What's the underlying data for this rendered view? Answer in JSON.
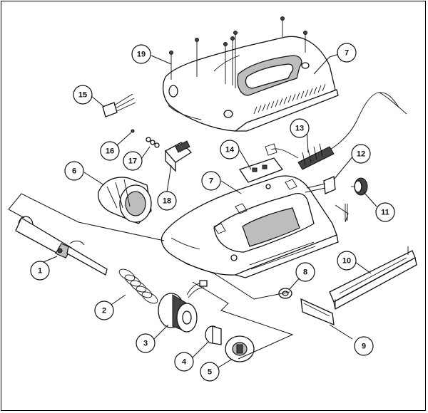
{
  "diagram": {
    "callouts": [
      {
        "id": "1",
        "label": "1"
      },
      {
        "id": "2",
        "label": "2"
      },
      {
        "id": "3",
        "label": "3"
      },
      {
        "id": "4",
        "label": "4"
      },
      {
        "id": "5",
        "label": "5"
      },
      {
        "id": "6",
        "label": "6"
      },
      {
        "id": "7a",
        "label": "7"
      },
      {
        "id": "7b",
        "label": "7"
      },
      {
        "id": "8",
        "label": "8"
      },
      {
        "id": "9",
        "label": "9"
      },
      {
        "id": "10",
        "label": "10"
      },
      {
        "id": "11",
        "label": "11"
      },
      {
        "id": "12",
        "label": "12"
      },
      {
        "id": "13",
        "label": "13"
      },
      {
        "id": "14",
        "label": "14"
      },
      {
        "id": "15",
        "label": "15"
      },
      {
        "id": "16",
        "label": "16"
      },
      {
        "id": "17",
        "label": "17"
      },
      {
        "id": "18",
        "label": "18"
      },
      {
        "id": "19",
        "label": "19"
      }
    ]
  }
}
